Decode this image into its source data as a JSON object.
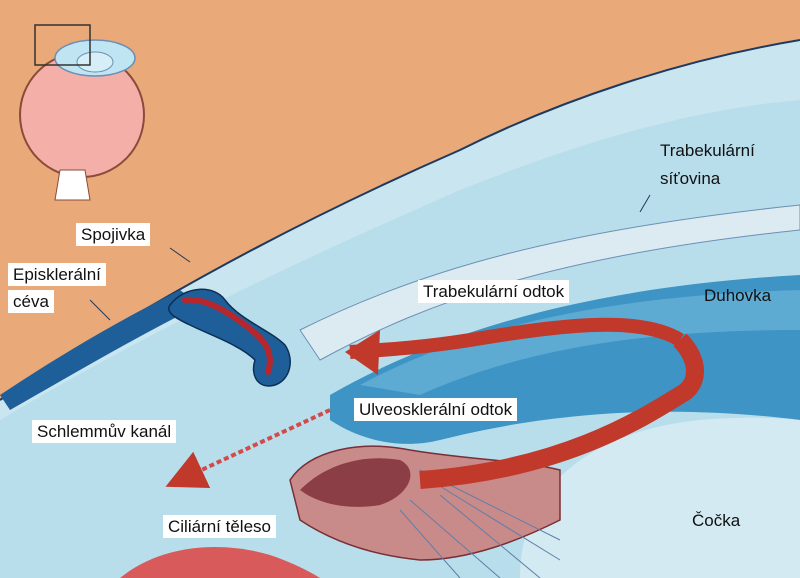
{
  "labels": {
    "spojivka": "Spojivka",
    "episkleralni_1": "Episklerální",
    "episkleralni_2": "céva",
    "trabekularni_sitovina_1": "Trabekulární",
    "trabekularni_sitovina_2": "síťovina",
    "trabekularni_odtok": "Trabekulární odtok",
    "duhovka": "Duhovka",
    "ulveoskleralni_odtok": "Ulveosklerální odtok",
    "schlemmuv_kanal": "Schlemmův kanál",
    "ciliarni_teleso": "Ciliární těleso",
    "cocka": "Čočka"
  },
  "colors": {
    "sclera_orange": "#E9A978",
    "cornea_light": "#C9E6F0",
    "chamber_blue": "#A9D6E6",
    "iris_blue": "#3E94C4",
    "deep_blue": "#1E5F99",
    "lens_pale": "#D3EAF2",
    "ciliary_brown": "#8B3E45",
    "arrow_red": "#C0392B",
    "vessel_red": "#B5272D"
  },
  "icons": {
    "inset": "eye-cross-section-inset"
  }
}
